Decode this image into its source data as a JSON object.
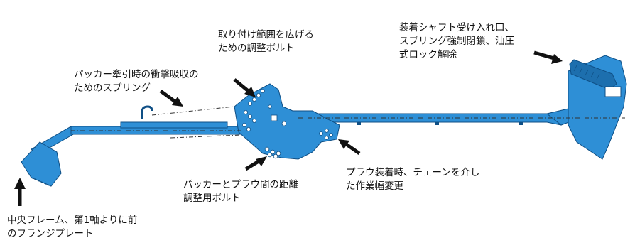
{
  "colors": {
    "frame_blue": "#2e8fd6",
    "frame_blue_dark": "#1d6fae",
    "frame_outline": "#0f4f85",
    "bolt_white": "#ffffff",
    "arrow": "#111111",
    "dashed_line": "#333333",
    "text": "#111111"
  },
  "annotations": {
    "adjust_bolt": {
      "lines": [
        "取り付け範囲を広げる",
        "ための調整ボルト"
      ]
    },
    "shaft_unlock": {
      "lines": [
        "装着シャフト受け入れ口、",
        "スプリング強制閉鎖、油圧",
        "式ロック解除"
      ]
    },
    "spring": {
      "lines": [
        "パッカー牽引時の衝撃吸収の",
        "ためのスプリング"
      ]
    },
    "distance_bolt": {
      "lines": [
        "パッカーとプラウ間の距離",
        "調整用ボルト"
      ]
    },
    "width_change": {
      "lines": [
        "プラウ装着時、チェーンを介し",
        "た作業幅変更"
      ]
    },
    "flange_plate": {
      "lines": [
        "中央フレーム、第1軸よりに前",
        "のフランジプレート"
      ]
    }
  },
  "icons": [
    "arrow-icon",
    "bolt-hole-icon",
    "spring-hook-icon"
  ]
}
